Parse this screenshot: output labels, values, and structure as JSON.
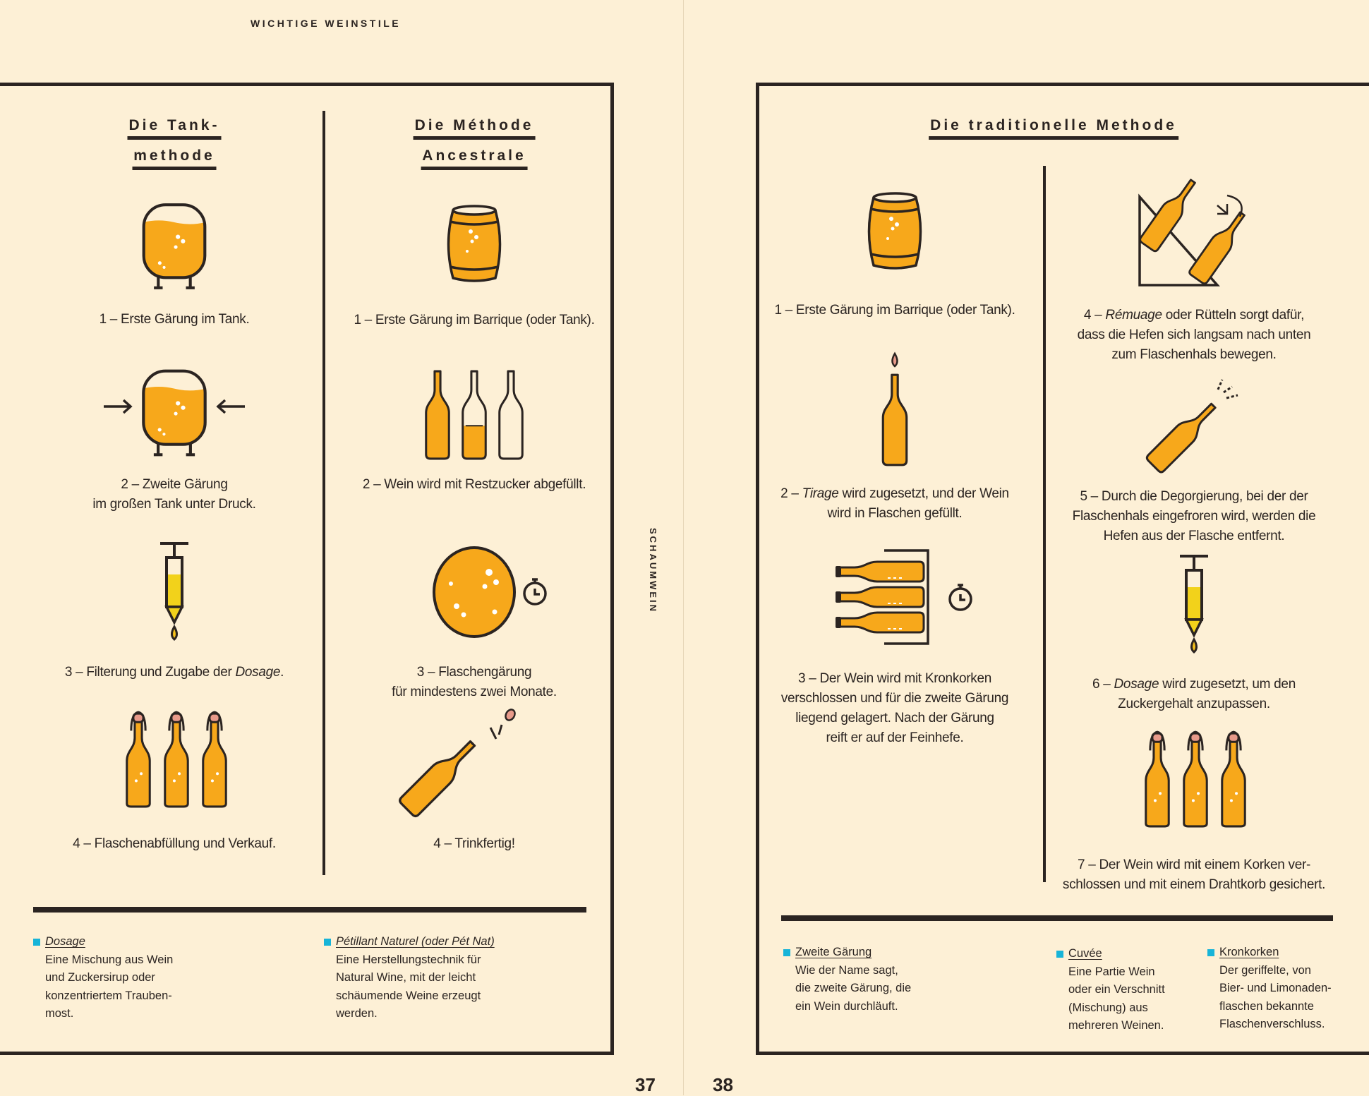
{
  "header": {
    "running_title": "WICHTIGE WEINSTILE",
    "spine_label": "SCHAUMWEIN"
  },
  "page_numbers": {
    "left": "37",
    "right": "38"
  },
  "colors": {
    "paper": "#fdf0d6",
    "ink": "#2b2421",
    "wine": "#f7a81b",
    "marker": "#17b4d8",
    "dosage": "#f2d21b"
  },
  "left_page": {
    "tank": {
      "title": [
        "Die Tank-",
        "methode"
      ],
      "steps": [
        {
          "lines": [
            "1 – Erste Gärung im Tank."
          ],
          "icon": "tank-icon"
        },
        {
          "lines": [
            "2 – Zweite Gärung",
            "im großen Tank unter Druck."
          ],
          "icon": "pressurized-tank-icon"
        },
        {
          "prefix": "3 – Filterung und Zugabe der ",
          "italic": "Dosage",
          "suffix": ".",
          "icon": "syringe-icon"
        },
        {
          "lines": [
            "4 – Flaschenabfüllung und Verkauf."
          ],
          "icon": "swing-top-bottles-icon"
        }
      ]
    },
    "ancestrale": {
      "title": [
        "Die Méthode",
        "Ancestrale"
      ],
      "steps": [
        {
          "lines": [
            "1 – Erste Gärung im Barrique (oder Tank)."
          ],
          "icon": "barrel-icon"
        },
        {
          "lines": [
            "2 – Wein wird mit Restzucker abgefüllt."
          ],
          "icon": "bottles-icon"
        },
        {
          "lines": [
            "3 – Flaschengärung",
            "für mindestens zwei Monate."
          ],
          "icon": "bubble-timer-icon"
        },
        {
          "lines": [
            "4 – Trinkfertig!"
          ],
          "icon": "popping-bottle-icon"
        }
      ]
    },
    "glossary": [
      {
        "term": "Dosage",
        "body": [
          "Eine Mischung aus Wein",
          "und Zuckersirup oder",
          "konzentriertem Trauben-",
          "most."
        ]
      },
      {
        "term": "Pétillant Naturel (oder Pét Nat)",
        "body": [
          "Eine Herstellungstechnik für",
          "Natural Wine, mit der leicht",
          "schäumende Weine erzeugt",
          "werden."
        ]
      }
    ]
  },
  "right_page": {
    "title": "Die traditionelle Methode",
    "left_steps": [
      {
        "lines": [
          "1 – Erste Gärung im Barrique (oder Tank)."
        ]
      },
      {
        "prefix": "2 – ",
        "italic": "Tirage",
        "suffix": " wird zugesetzt, und der Wein",
        "lines2": "wird in Flaschen gefüllt."
      },
      {
        "lines": [
          "3 – Der Wein wird mit Kronkorken",
          "verschlossen und für die zweite Gärung",
          "liegend gelagert. Nach der Gärung",
          "reift er auf der Feinhefe."
        ]
      }
    ],
    "right_steps": [
      {
        "prefix": "4 – ",
        "italic": "Rémuage",
        "suffix": " oder Rütteln sorgt dafür,",
        "more": [
          "dass die Hefen sich langsam nach unten",
          "zum Flaschenhals bewegen."
        ]
      },
      {
        "lines": [
          "5 – Durch die Degorgierung, bei der der",
          "Flaschenhals eingefroren wird, werden die",
          "Hefen aus der Flasche entfernt."
        ]
      },
      {
        "prefix": "6 – ",
        "italic": "Dosage",
        "suffix": " wird zugesetzt, um den",
        "more": [
          "Zuckergehalt anzupassen."
        ]
      },
      {
        "lines": [
          "7 – Der Wein wird mit einem Korken ver-",
          "schlossen und mit einem Drahtkorb gesichert."
        ]
      }
    ],
    "glossary": [
      {
        "term": "Zweite Gärung",
        "body": [
          "Wie der Name sagt,",
          "die zweite Gärung, die",
          "ein Wein durchläuft."
        ]
      },
      {
        "term": "Cuvée",
        "body": [
          "Eine Partie Wein",
          "oder ein Verschnitt",
          "(Mischung) aus",
          "mehreren Weinen."
        ]
      },
      {
        "term": "Kronkorken",
        "body": [
          "Der geriffelte, von",
          "Bier- und Limonaden-",
          "flaschen bekannte",
          "Flaschenverschluss."
        ]
      }
    ]
  }
}
